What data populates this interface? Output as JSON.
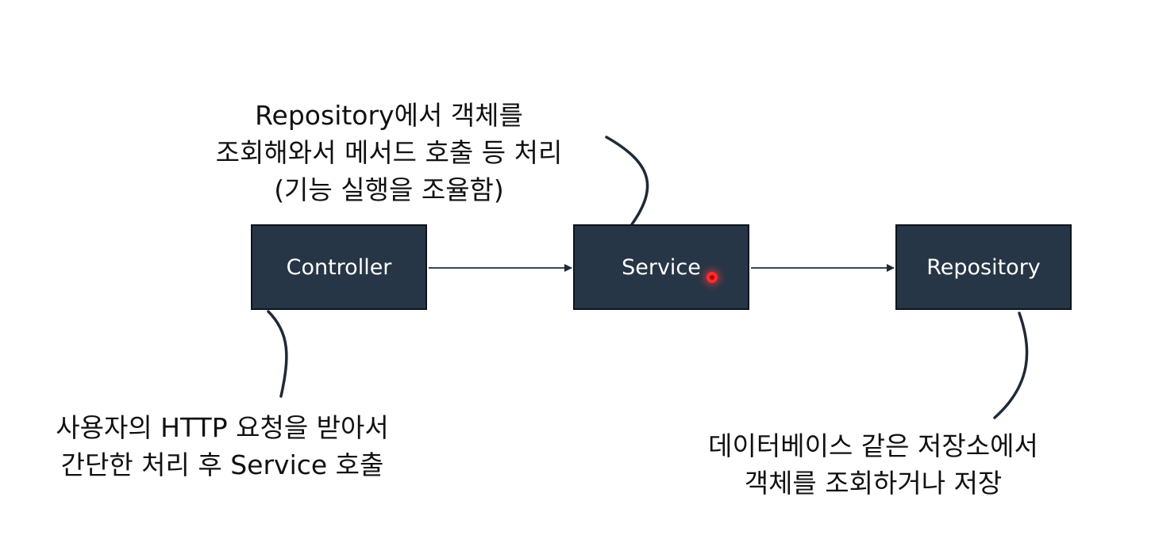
{
  "diagram": {
    "nodes": [
      {
        "id": "controller",
        "label": "Controller"
      },
      {
        "id": "service",
        "label": "Service"
      },
      {
        "id": "repository",
        "label": "Repository"
      }
    ],
    "edges": [
      {
        "from": "controller",
        "to": "service"
      },
      {
        "from": "service",
        "to": "repository"
      }
    ],
    "notes": {
      "service": [
        "Repository에서 객체를",
        "조회해와서 메서드 호출 등 처리",
        "(기능 실행을 조율함)"
      ],
      "controller": [
        "사용자의 HTTP 요청을 받아서",
        "간단한 처리 후 Service 호출"
      ],
      "repository": [
        "데이터베이스 같은 저장소에서",
        "객체를 조회하거나 저장"
      ]
    },
    "colors": {
      "box_fill": "#263646",
      "box_text": "#ffffff",
      "line": "#1e2a36",
      "pointer": "#ff2b2b"
    }
  }
}
